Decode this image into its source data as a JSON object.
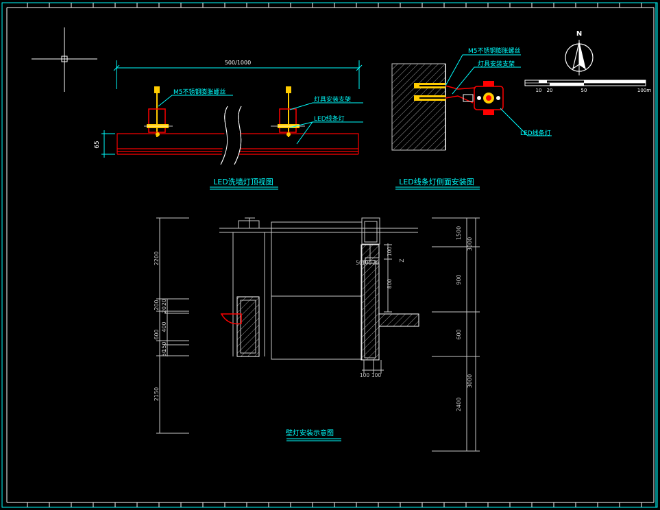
{
  "colors": {
    "background": "#000000",
    "cyan": "#00ffff",
    "white": "#ffffff",
    "grey": "#c8c8c8",
    "red": "#ff0000",
    "yellow": "#ffcc00"
  },
  "top_view": {
    "span_dim": "500/1000",
    "height_dim": "65",
    "label_bolt": "M5不锈钢膨胀螺丝",
    "label_bracket": "灯具安装支架",
    "label_led": "LED线条灯",
    "title": "LED洗墙灯顶视图"
  },
  "side_view": {
    "label_bolt": "M5不锈钢膨胀螺丝",
    "label_bracket": "灯具安装支架",
    "label_led": "LED线条灯",
    "title": "LED线条灯侧面安装图"
  },
  "north_arrow": {
    "letter": "N",
    "scale_ticks": [
      "10",
      "20",
      "50",
      "100m"
    ]
  },
  "elevation": {
    "title": "壁灯安装示意图",
    "left_dims": [
      "2200",
      "200",
      "20",
      "20",
      "400",
      "600",
      "150",
      "50",
      "2150"
    ],
    "right_dims": [
      "1500",
      "3000",
      "900",
      "600",
      "3000",
      "2400"
    ],
    "section_dims": [
      "50",
      "100",
      "20",
      "100",
      "800",
      "100",
      "100",
      "Z"
    ]
  }
}
